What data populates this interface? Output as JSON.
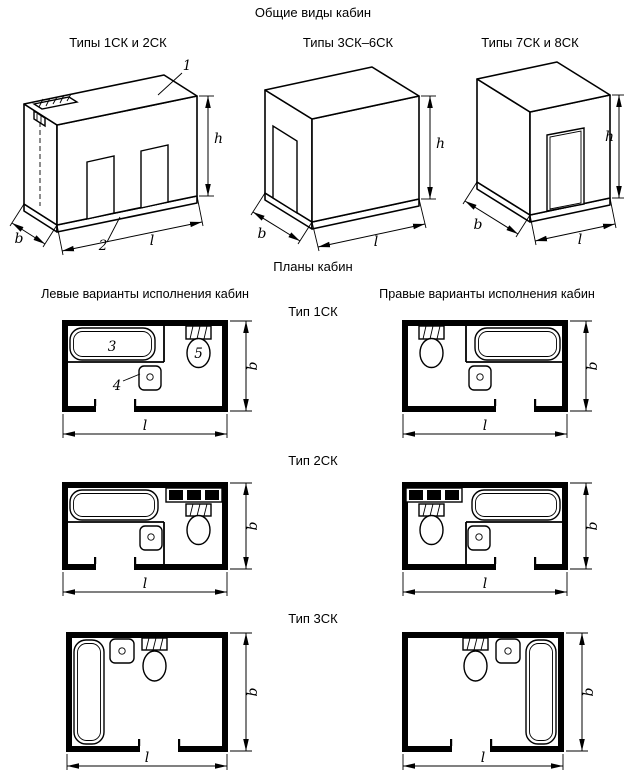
{
  "titles": {
    "main": "Общие виды кабин",
    "plans": "Планы кабин",
    "left_variants": "Левые варианты исполнения кабин",
    "right_variants": "Правые варианты исполнения кабин"
  },
  "views": {
    "view1": "Типы 1СК и 2СК",
    "view2": "Типы 3СК–6СК",
    "view3": "Типы 7СК и 8СК"
  },
  "plan_types": {
    "type1": "Тип 1СК",
    "type2": "Тип 2СК",
    "type3": "Тип 3СК"
  },
  "dimension_symbols": {
    "h": "h",
    "b": "b",
    "l": "l"
  },
  "callouts": {
    "c1": "1",
    "c2": "2",
    "c3": "3",
    "c4": "4",
    "c5": "5"
  }
}
